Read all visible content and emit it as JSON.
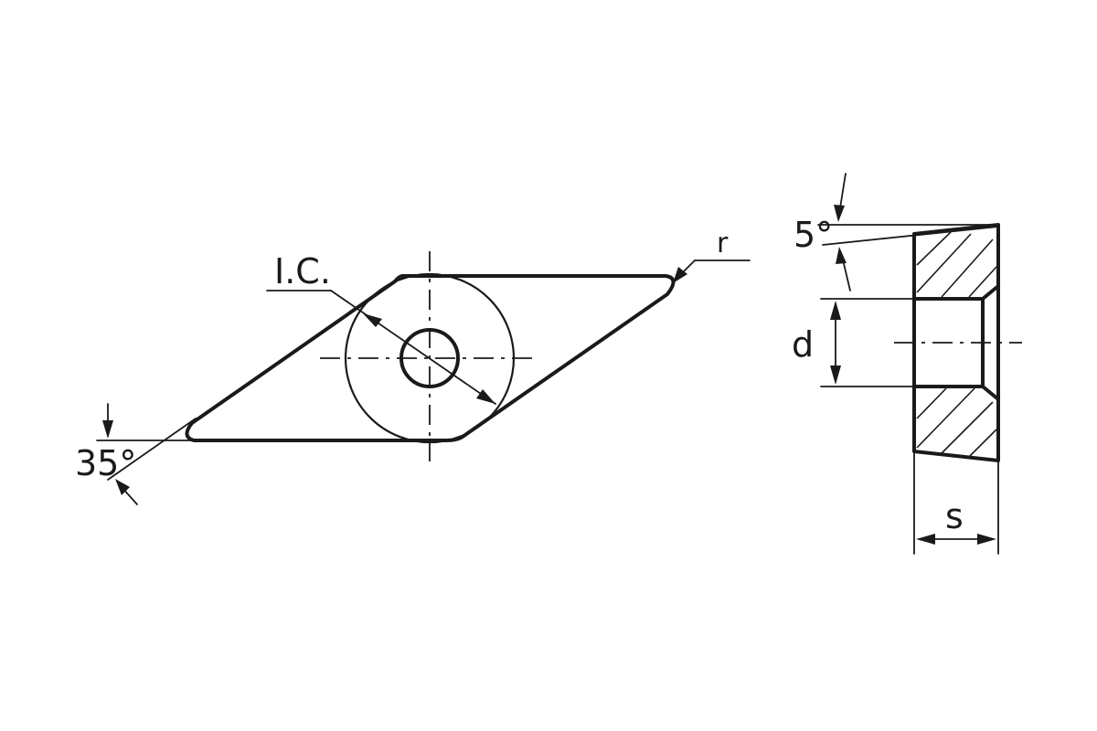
{
  "diagram": {
    "labels": {
      "inscribed_circle": "I.C.",
      "corner_radius": "r",
      "point_angle": "35°",
      "clearance_angle": "5°",
      "hole_diameter": "d",
      "thickness": "s"
    },
    "colors": {
      "line": "#1a1a1a",
      "background": "#ffffff"
    }
  }
}
